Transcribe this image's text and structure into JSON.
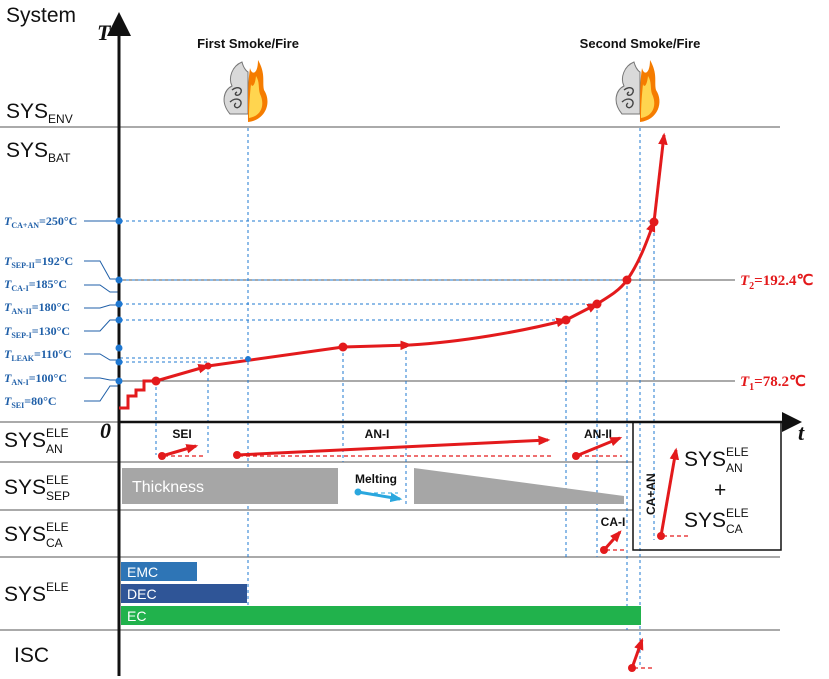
{
  "title": "System",
  "axes": {
    "y_letter": "T",
    "x_letter": "t",
    "origin": "0"
  },
  "events": {
    "first": "First Smoke/Fire",
    "second": "Second Smoke/Fire"
  },
  "rows": {
    "env": {
      "main": "SYS",
      "sub": "ENV"
    },
    "bat": {
      "main": "SYS",
      "sub": "BAT"
    },
    "an": {
      "main": "SYS",
      "sup": "ELE",
      "sub": "AN"
    },
    "sep": {
      "main": "SYS",
      "sup": "ELE",
      "sub": "SEP"
    },
    "ca": {
      "main": "SYS",
      "sup": "ELE",
      "sub": "CA"
    },
    "ele": {
      "main": "SYS",
      "sup": "ELE"
    },
    "isc": {
      "main": "ISC"
    }
  },
  "temperatures": [
    {
      "t": "T",
      "sub": "CA+AN",
      "value": "=250°C"
    },
    {
      "t": "T",
      "sub": "SEP-II",
      "value": "=192°C"
    },
    {
      "t": "T",
      "sub": "CA-I",
      "value": "=185°C"
    },
    {
      "t": "T",
      "sub": "AN-II",
      "value": "=180°C"
    },
    {
      "t": "T",
      "sub": "SEP-I",
      "value": "=130°C"
    },
    {
      "t": "T",
      "sub": "LEAK",
      "value": "=110°C"
    },
    {
      "t": "T",
      "sub": "AN-I",
      "value": "=100°C"
    },
    {
      "t": "T",
      "sub": "SEI",
      "value": "=80°C"
    }
  ],
  "thresholds": {
    "t2": {
      "t": "T",
      "sub": "2",
      "value": "=192.4℃"
    },
    "t1": {
      "t": "T",
      "sub": "1",
      "value": "=78.2℃"
    }
  },
  "stages": {
    "sei": "SEI",
    "an1": "AN-I",
    "an2": "AN-II",
    "ca1": "CA-I",
    "caan": "CA+AN",
    "melting": "Melting"
  },
  "separator": {
    "thickness": "Thickness"
  },
  "electrolyte": {
    "emc": "EMC",
    "dec": "DEC",
    "ec": "EC"
  },
  "box": {
    "plus": "+",
    "an": {
      "main": "SYS",
      "sup": "ELE",
      "sub": "AN"
    },
    "ca": {
      "main": "SYS",
      "sup": "ELE",
      "sub": "CA"
    }
  },
  "colors": {
    "curve": "#e31a1c",
    "guide": "#1f78d1",
    "temp_text": "#1f5fa8",
    "emc": "#2e75b6",
    "dec": "#2f5597",
    "ec": "#21b24c",
    "thickness": "#a6a6a6",
    "melting": "#2aa7de"
  }
}
